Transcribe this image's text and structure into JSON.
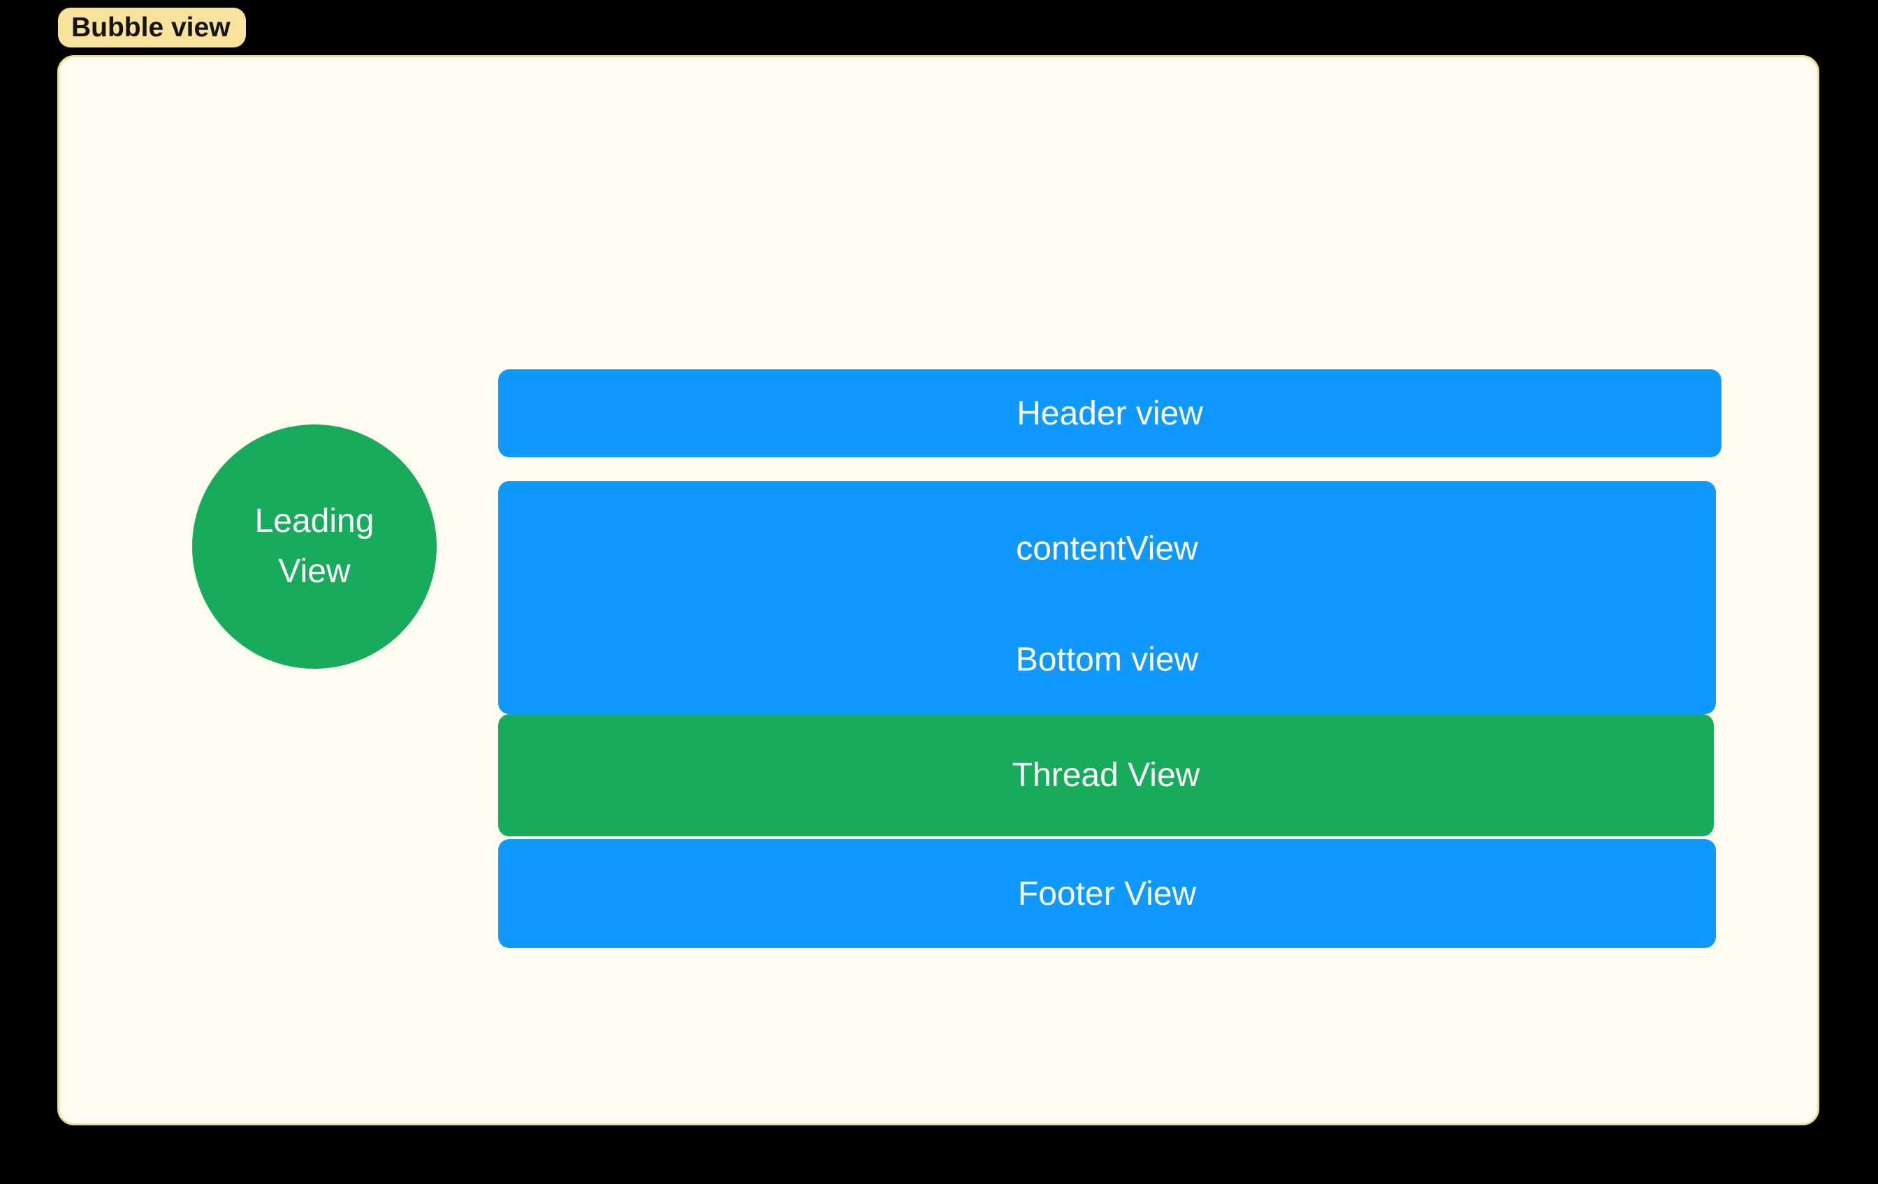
{
  "bubble_tag": {
    "label": "Bubble view"
  },
  "views": {
    "leading": {
      "line1": "Leading",
      "line2": "View"
    },
    "header": {
      "label": "Header view"
    },
    "content": {
      "label": "contentView"
    },
    "bottom": {
      "label": "Bottom view"
    },
    "thread": {
      "label": "Thread View"
    },
    "footer": {
      "label": "Footer View"
    }
  },
  "colors": {
    "background": "#000000",
    "panel_bg": "#FFFDF1",
    "panel_border": "#F2DC92",
    "tag_bg": "#F9E29B",
    "tag_text": "#141414",
    "blue": "#0F98FD",
    "green": "#18AB5C",
    "label_text": "#FFFFFF"
  }
}
